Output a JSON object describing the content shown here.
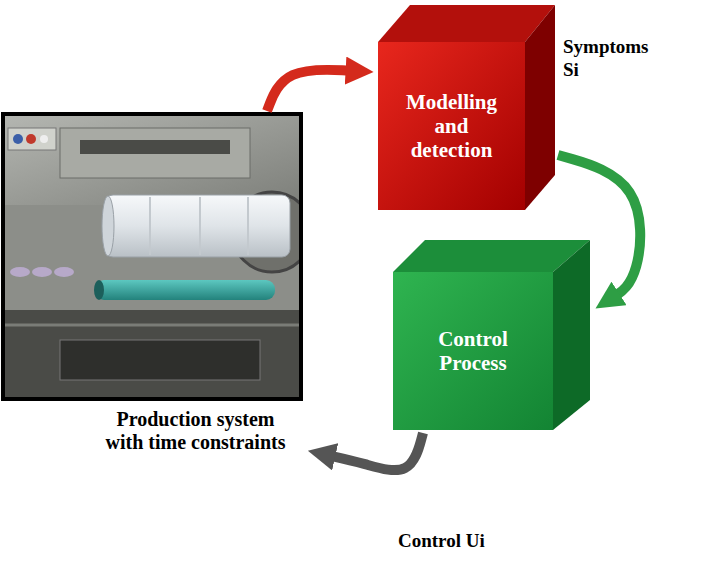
{
  "diagram": {
    "nodes": [
      {
        "text": [
          "Production system with time constraints"
        ]
      },
      {
        "text": [
          "Modelling and detection"
        ]
      },
      {
        "text": [
          "Control Process"
        ]
      }
    ],
    "edges": [
      {
        "from": 0,
        "to": 1,
        "arrow": "to"
      },
      {
        "from": 1,
        "to": 2,
        "arrow": "to",
        "label": "Symptoms Si"
      },
      {
        "from": 2,
        "to": 0,
        "arrow": "to",
        "label": "Control Ui"
      }
    ]
  }
}
